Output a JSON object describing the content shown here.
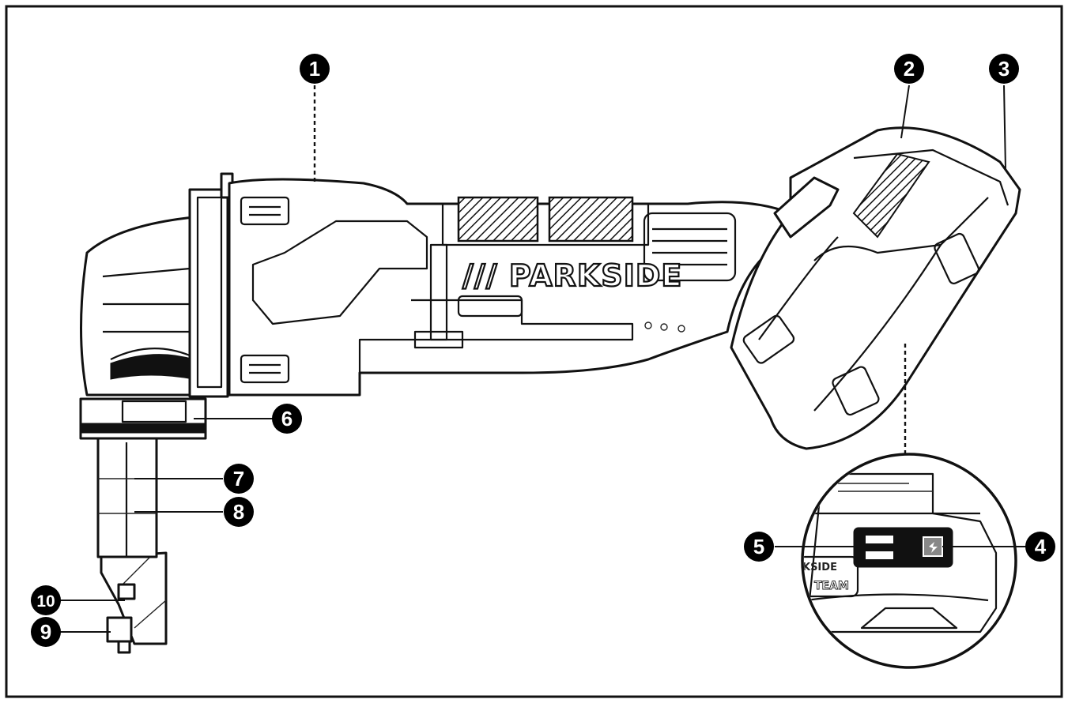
{
  "brand_label": "/// PARKSIDE",
  "inset_brand_top": "KSIDE",
  "inset_brand_bottom": "TEAM",
  "callouts": [
    {
      "id": "1",
      "label": "1"
    },
    {
      "id": "2",
      "label": "2"
    },
    {
      "id": "3",
      "label": "3"
    },
    {
      "id": "4",
      "label": "4"
    },
    {
      "id": "5",
      "label": "5"
    },
    {
      "id": "6",
      "label": "6"
    },
    {
      "id": "7",
      "label": "7"
    },
    {
      "id": "8",
      "label": "8"
    },
    {
      "id": "9",
      "label": "9"
    },
    {
      "id": "10",
      "label": "10"
    }
  ],
  "colors": {
    "line": "#111111",
    "background": "#ffffff",
    "marker": "#000000"
  }
}
